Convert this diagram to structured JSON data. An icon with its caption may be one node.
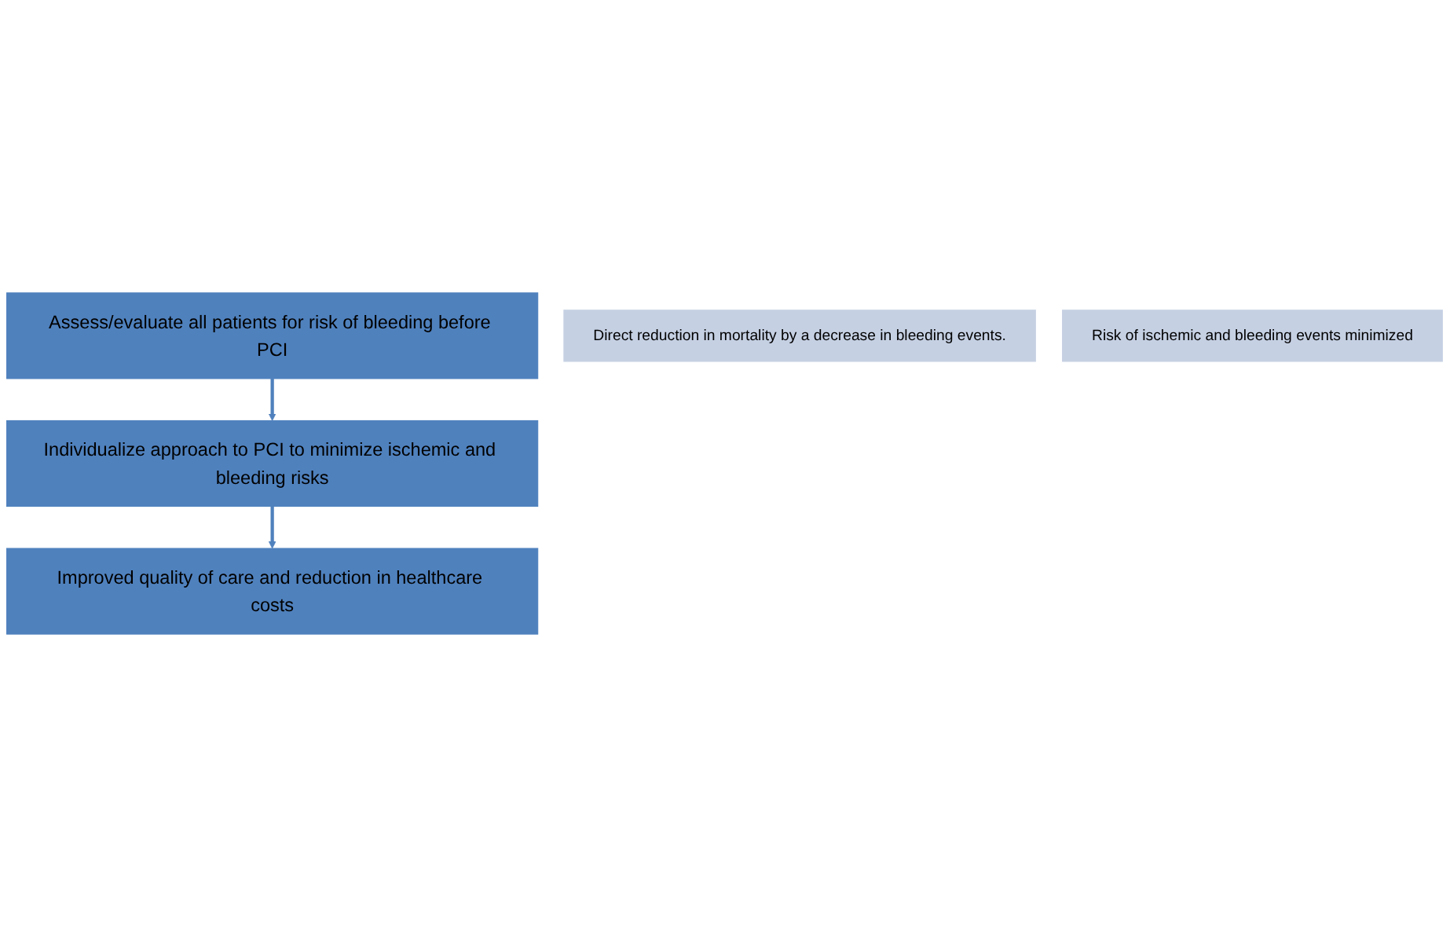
{
  "diagram": {
    "nodes": [
      {
        "text": [
          "Assess/evaluate all patients for risk of bleeding before PCI"
        ]
      },
      {
        "text": [
          "Individualize approach to PCI to minimize ischemic and bleeding risks"
        ]
      },
      {
        "text": [
          "Direct reduction in mortality by a decrease in bleeding events."
        ]
      },
      {
        "text": [
          "Risk of ischemic and bleeding events minimized"
        ]
      },
      {
        "text": [
          "Improved quality of care and reduction in healthcare costs"
        ]
      }
    ],
    "edges": [
      {
        "from": 0,
        "to": 1,
        "arrow": "to"
      },
      {
        "from": 1,
        "to": 4,
        "arrow": "to"
      }
    ]
  }
}
